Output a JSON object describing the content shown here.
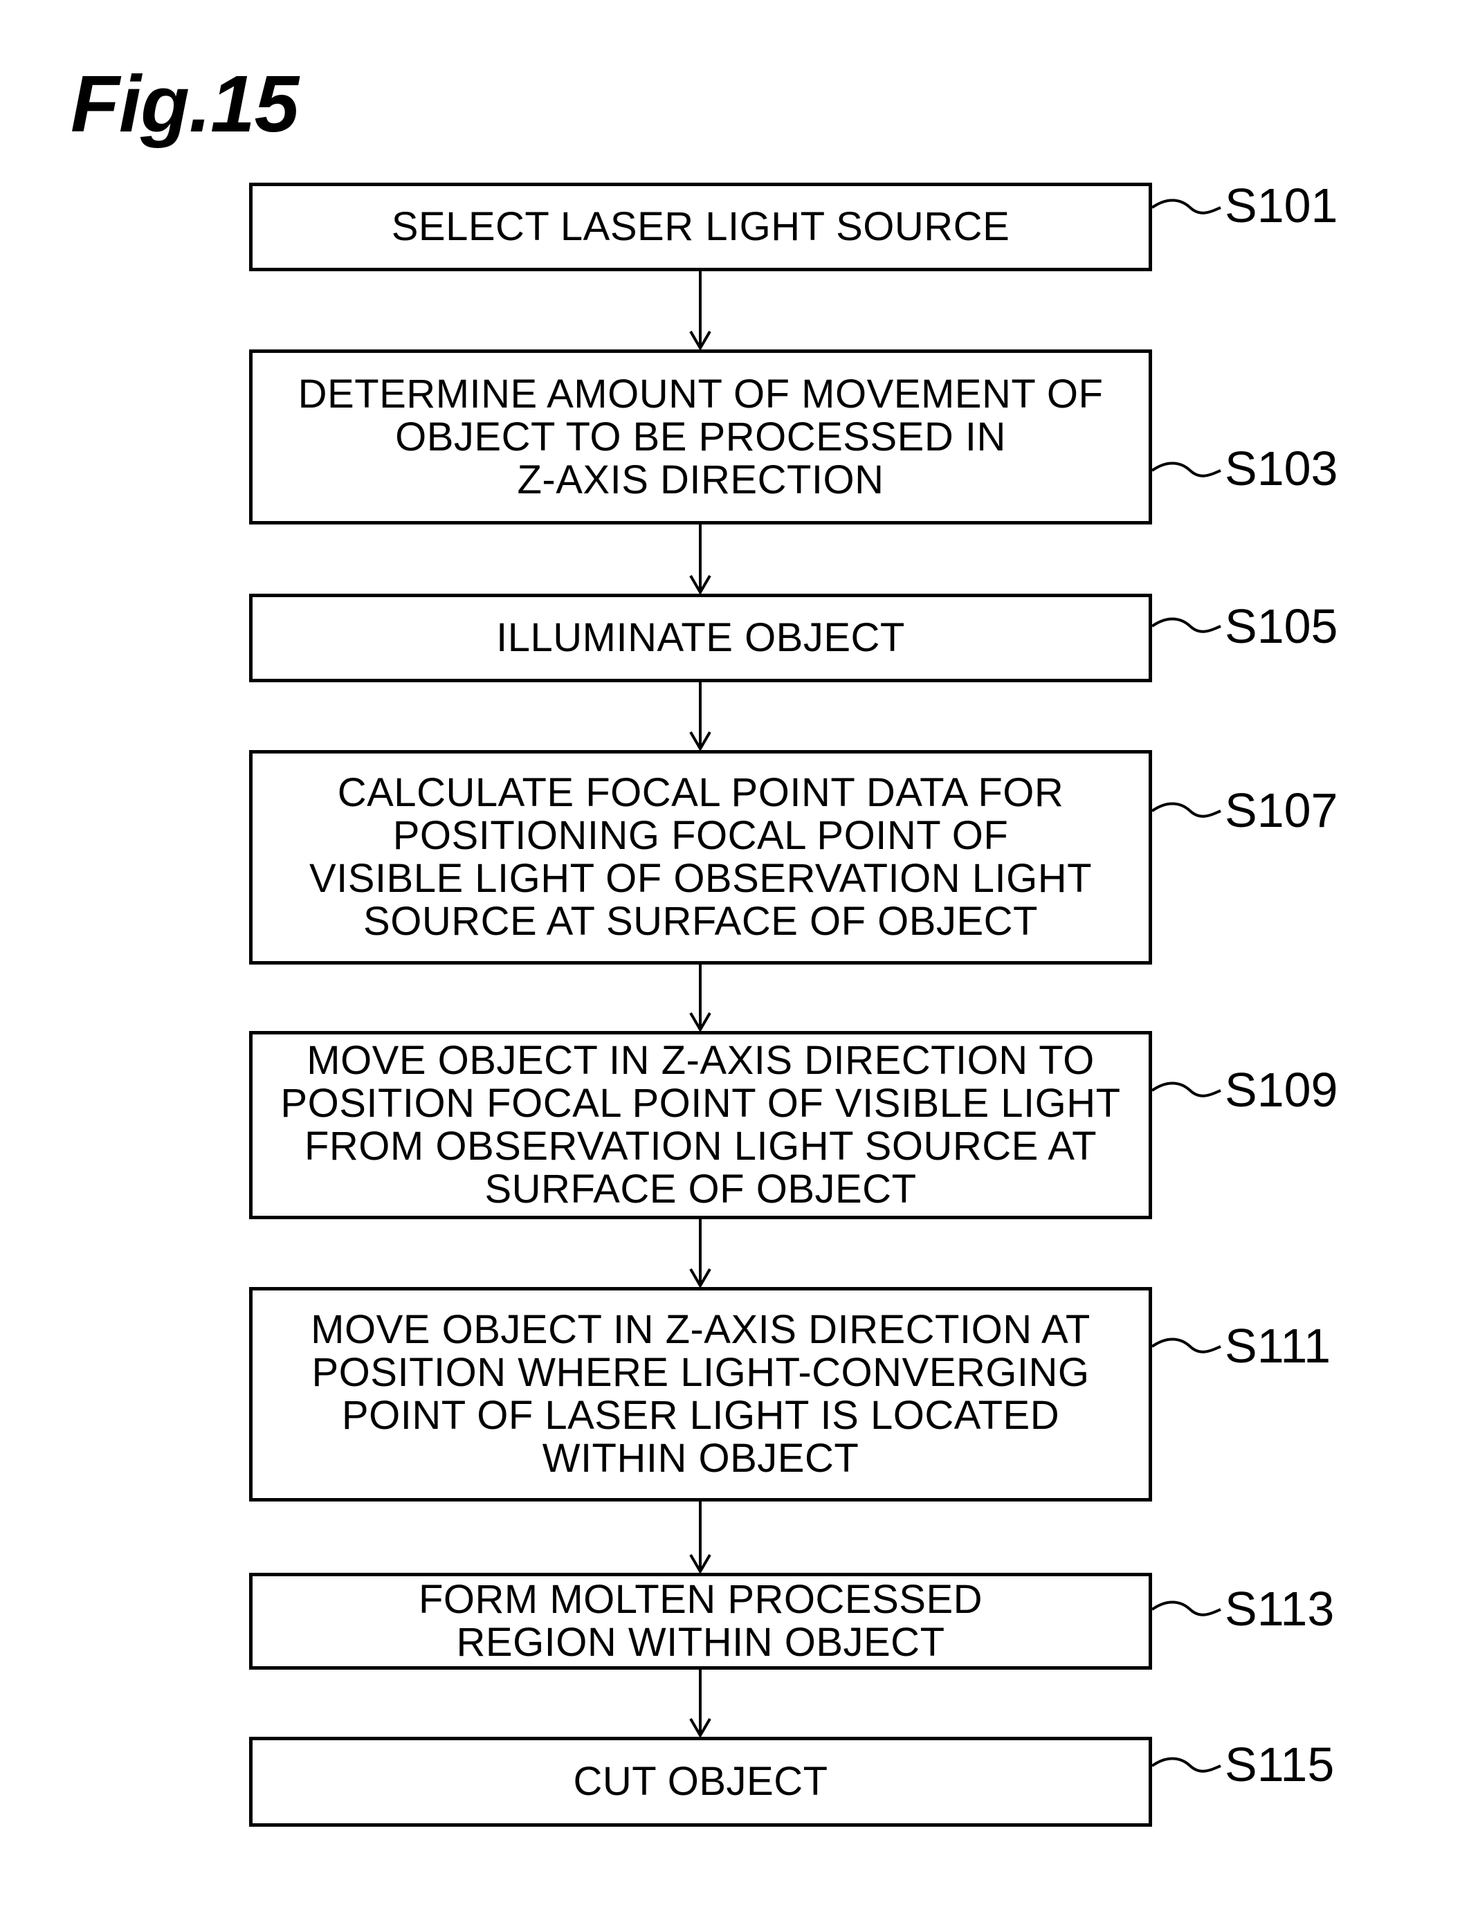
{
  "figure_title": "Fig.15",
  "steps": [
    {
      "id": "S101",
      "lines": [
        "SELECT LASER LIGHT SOURCE"
      ]
    },
    {
      "id": "S103",
      "lines": [
        "DETERMINE AMOUNT OF MOVEMENT OF",
        "OBJECT TO BE PROCESSED IN",
        "Z-AXIS DIRECTION"
      ]
    },
    {
      "id": "S105",
      "lines": [
        "ILLUMINATE OBJECT"
      ]
    },
    {
      "id": "S107",
      "lines": [
        "CALCULATE FOCAL POINT DATA FOR",
        "POSITIONING FOCAL POINT OF",
        "VISIBLE LIGHT OF OBSERVATION LIGHT",
        "SOURCE AT SURFACE OF OBJECT"
      ]
    },
    {
      "id": "S109",
      "lines": [
        "MOVE OBJECT IN Z-AXIS DIRECTION TO",
        "POSITION FOCAL POINT OF VISIBLE LIGHT",
        "FROM OBSERVATION LIGHT SOURCE AT",
        "SURFACE OF OBJECT"
      ]
    },
    {
      "id": "S111",
      "lines": [
        "MOVE OBJECT IN Z-AXIS DIRECTION AT",
        "POSITION WHERE LIGHT-CONVERGING",
        "POINT OF LASER LIGHT IS LOCATED",
        "WITHIN OBJECT"
      ]
    },
    {
      "id": "S113",
      "lines": [
        "FORM MOLTEN PROCESSED",
        "REGION  WITHIN OBJECT"
      ]
    },
    {
      "id": "S115",
      "lines": [
        "CUT OBJECT"
      ]
    }
  ]
}
